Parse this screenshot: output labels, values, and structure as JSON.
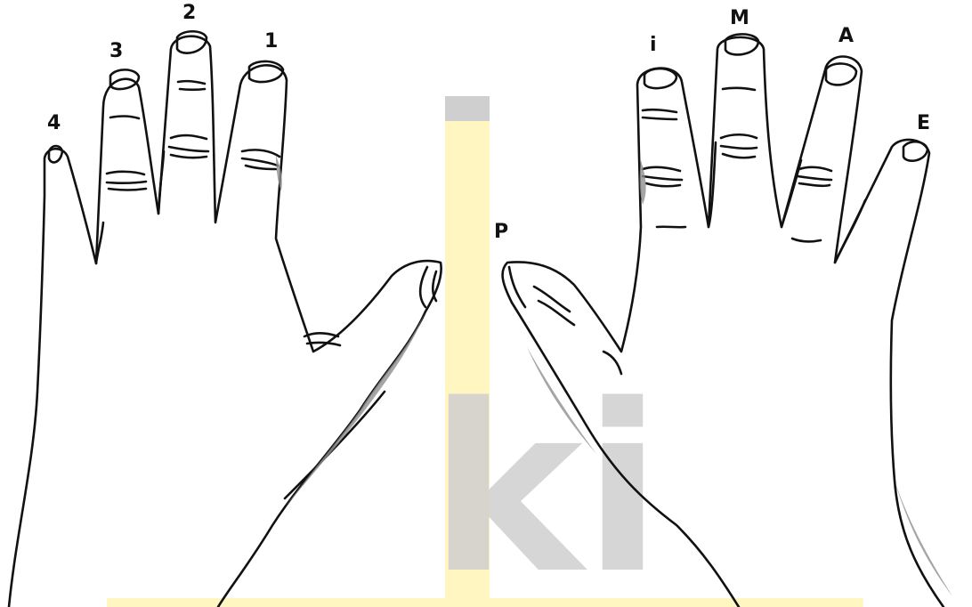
{
  "colors": {
    "background": "#ffffff",
    "ink": "#111111",
    "shadow": "#8f8f8f",
    "watermark_yellow": "#fff6c2",
    "watermark_gray": "#cfcfcf"
  },
  "left_hand": {
    "labels": {
      "thumb": "",
      "index": "1",
      "middle": "2",
      "ring": "3",
      "little": "4"
    }
  },
  "right_hand": {
    "labels": {
      "thumb": "P",
      "index": "i",
      "middle": "M",
      "ring": "A",
      "little": "E"
    }
  },
  "watermark": {
    "letters": "ki"
  }
}
